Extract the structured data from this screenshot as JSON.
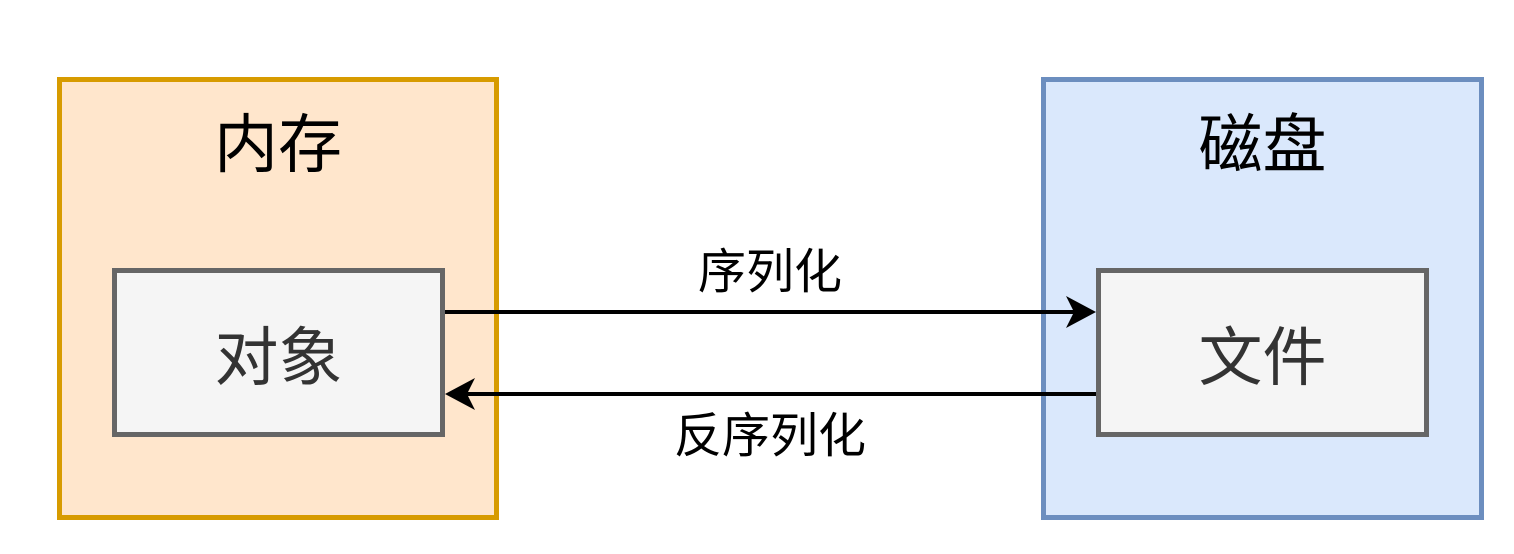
{
  "diagram": {
    "containers": [
      {
        "id": "memory",
        "title": "内存",
        "fill": "#FFE6CC",
        "stroke": "#D79B00",
        "node": {
          "id": "object",
          "label": "对象",
          "fill": "#F5F5F5",
          "stroke": "#666666",
          "text_color": "#333333"
        }
      },
      {
        "id": "disk",
        "title": "磁盘",
        "fill": "#DAE8FC",
        "stroke": "#6C8EBF",
        "node": {
          "id": "file",
          "label": "文件",
          "fill": "#F5F5F5",
          "stroke": "#666666",
          "text_color": "#333333"
        }
      }
    ],
    "edges": [
      {
        "from": "object",
        "to": "file",
        "label": "序列化",
        "direction": "left-to-right"
      },
      {
        "from": "file",
        "to": "object",
        "label": "反序列化",
        "direction": "right-to-left"
      }
    ]
  }
}
